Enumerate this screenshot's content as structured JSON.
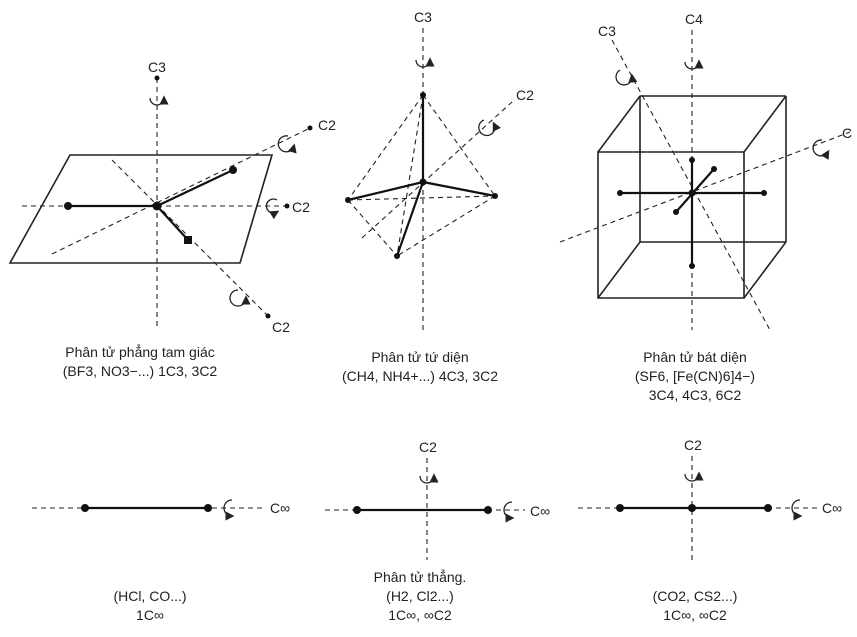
{
  "axes": {
    "c3": "C3",
    "c2": "C2",
    "c4": "C4",
    "c": "C",
    "cinf": "C∞"
  },
  "panels": {
    "trigonal": {
      "title": "Phân tử phẳng tam giác",
      "line2": "(BF3, NO3−...) 1C3, 3C2"
    },
    "tetrahedral": {
      "title": "Phân tử tứ diện",
      "line2": "(CH4, NH4+...) 4C3, 3C2"
    },
    "octahedral": {
      "title": "Phân tử bát diện",
      "line2": "(SF6, [Fe(CN)6]4−)",
      "line3": "3C4, 4C3, 6C2"
    },
    "linear_hetero": {
      "line1": "(HCl, CO...)",
      "line2": "1C∞"
    },
    "linear_homo": {
      "title": "Phân tử thẳng.",
      "line2": "(H2, Cl2...)",
      "line3": "1C∞, ∞C2"
    },
    "linear_triatomic": {
      "line1": "(CO2, CS2...)",
      "line2": "1C∞, ∞C2"
    }
  }
}
